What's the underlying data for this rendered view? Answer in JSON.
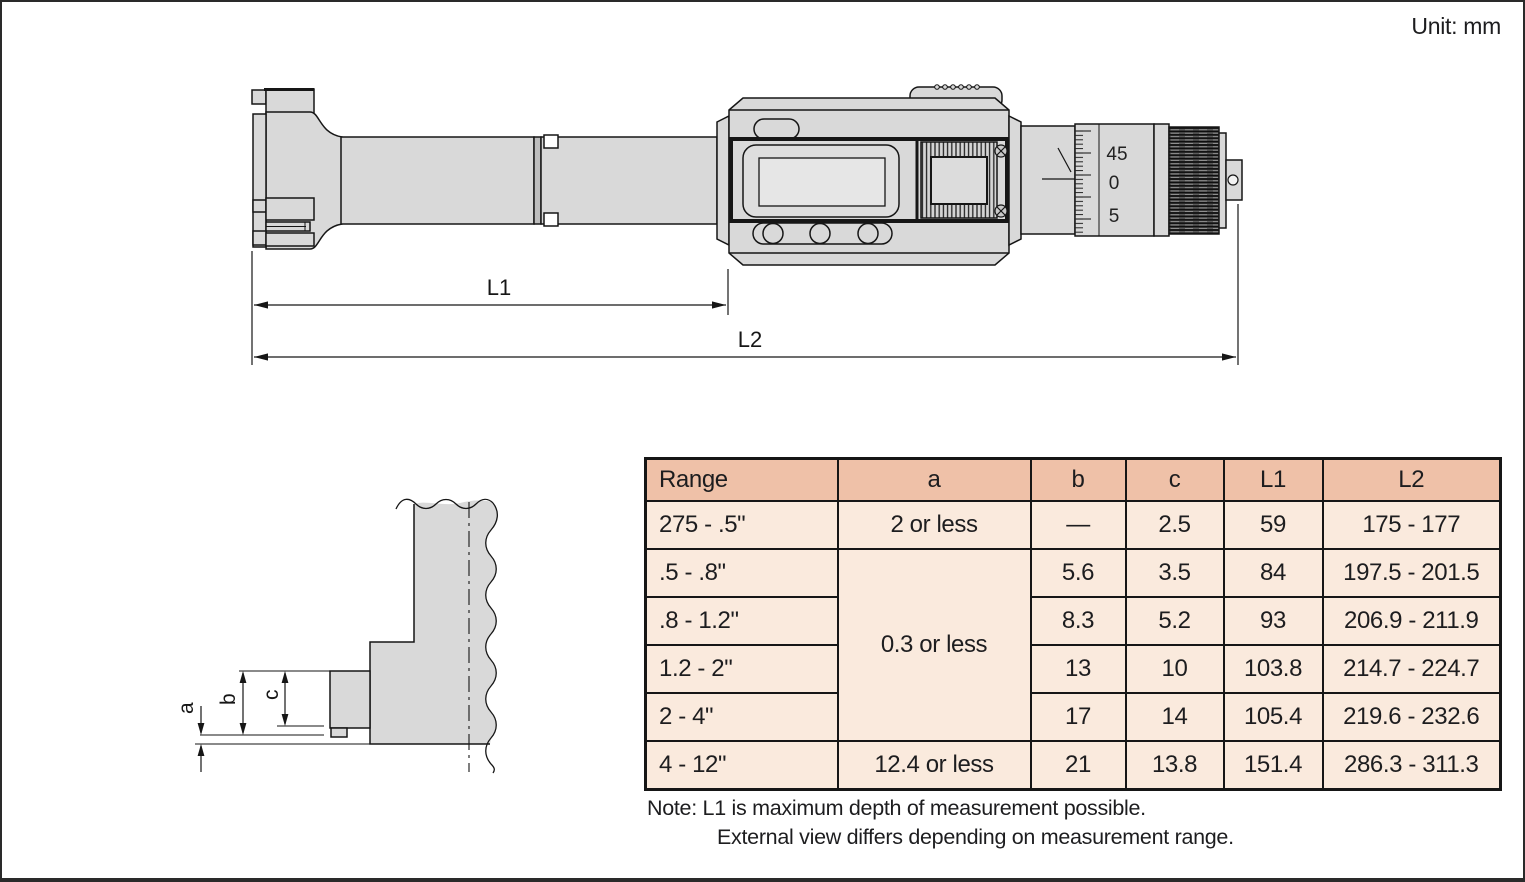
{
  "page": {
    "unit_label": "Unit: mm"
  },
  "colors": {
    "table_header_bg": "#efc1a8",
    "table_row_bg": "#faeadd",
    "metal_fill": "#d9d9d9",
    "line_color": "#161616"
  },
  "drawing": {
    "dim_l1": "L1",
    "dim_l2": "L2",
    "thimble_scale": {
      "top": "45",
      "mid": "0",
      "bottom": "5"
    }
  },
  "detail": {
    "dim_a": "a",
    "dim_b": "b",
    "dim_c": "c"
  },
  "table": {
    "headers": [
      "Range",
      "a",
      "b",
      "c",
      "L1",
      "L2"
    ],
    "rows": [
      [
        "275 - .5\"",
        "2 or less",
        "—",
        "2.5",
        "59",
        "175 - 177"
      ],
      [
        ".5 - .8\"",
        "0.3 or less",
        "5.6",
        "3.5",
        "84",
        "197.5 - 201.5"
      ],
      [
        ".8 - 1.2\"",
        "8.3",
        "5.2",
        "93",
        "206.9 - 211.9"
      ],
      [
        "1.2 - 2\"",
        "13",
        "10",
        "103.8",
        "214.7 - 224.7"
      ],
      [
        "2 - 4\"",
        "17",
        "14",
        "105.4",
        "219.6 - 232.6"
      ],
      [
        "4 - 12\"",
        "12.4 or less",
        "21",
        "13.8",
        "151.4",
        "286.3 - 311.3"
      ]
    ]
  },
  "note": {
    "line1": "Note: L1 is maximum depth of measurement possible.",
    "line2": "External view differs depending on measurement range."
  }
}
